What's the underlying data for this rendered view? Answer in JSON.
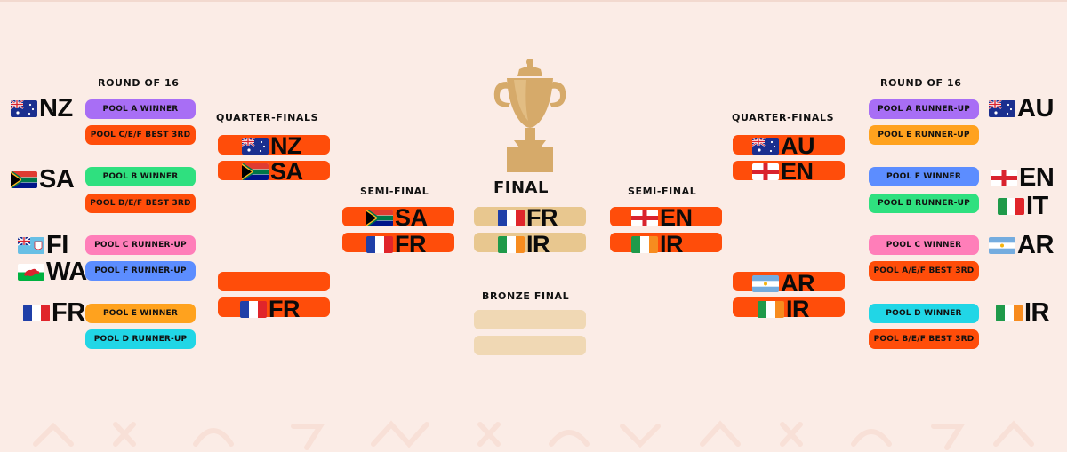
{
  "headings": {
    "r16_left": "ROUND OF 16",
    "r16_right": "ROUND OF 16",
    "qf_left": "QUARTER-FINALS",
    "qf_right": "QUARTER-FINALS",
    "sf_left": "SEMI-FINAL",
    "sf_right": "SEMI-FINAL",
    "final": "FINAL",
    "bronze": "BRONZE FINAL"
  },
  "colors": {
    "background": "#fbece6",
    "orange": "#ff4d0a",
    "gold": "#e8c78f",
    "bronze_slot": "#f0d8b4",
    "purple": "#a86ef5",
    "green": "#2fe07f",
    "pink": "#ff7eb9",
    "blue": "#5c8dff",
    "amber": "#ffa21e",
    "cyan": "#21d6e6"
  },
  "round_of_16": {
    "left": [
      {
        "label": "POOL A WINNER",
        "color": "#a86ef5"
      },
      {
        "label": "POOL C/E/F BEST 3RD",
        "color": "#ff4d0a"
      },
      {
        "label": "POOL B WINNER",
        "color": "#2fe07f"
      },
      {
        "label": "POOL D/E/F BEST 3RD",
        "color": "#ff4d0a"
      },
      {
        "label": "POOL C RUNNER-UP",
        "color": "#ff7eb9"
      },
      {
        "label": "POOL F RUNNER-UP",
        "color": "#5c8dff"
      },
      {
        "label": "POOL E WINNER",
        "color": "#ffa21e"
      },
      {
        "label": "POOL D RUNNER-UP",
        "color": "#21d6e6"
      }
    ],
    "right": [
      {
        "label": "POOL A RUNNER-UP",
        "color": "#a86ef5"
      },
      {
        "label": "POOL E RUNNER-UP",
        "color": "#ffa21e"
      },
      {
        "label": "POOL F WINNER",
        "color": "#5c8dff"
      },
      {
        "label": "POOL B RUNNER-UP",
        "color": "#2fe07f"
      },
      {
        "label": "POOL C WINNER",
        "color": "#ff7eb9"
      },
      {
        "label": "POOL A/E/F BEST 3RD",
        "color": "#ff4d0a"
      },
      {
        "label": "POOL D WINNER",
        "color": "#21d6e6"
      },
      {
        "label": "POOL B/E/F BEST 3RD",
        "color": "#ff4d0a"
      }
    ]
  },
  "r16_picks": {
    "left": [
      {
        "code": "NZ",
        "flag": "au-nz"
      },
      {
        "code": "SA",
        "flag": "za"
      },
      {
        "code": "FI",
        "flag": "fj"
      },
      {
        "code": "WA",
        "flag": "wales"
      },
      {
        "code": "FR",
        "flag": "fr"
      }
    ],
    "right": [
      {
        "code": "AU",
        "flag": "au-nz"
      },
      {
        "code": "EN",
        "flag": "en"
      },
      {
        "code": "IT",
        "flag": "it"
      },
      {
        "code": "AR",
        "flag": "ar"
      },
      {
        "code": "IR",
        "flag": "ie"
      }
    ]
  },
  "quarter_finals": {
    "left": [
      {
        "code": "NZ",
        "flag": "au-nz"
      },
      {
        "code": "SA",
        "flag": "za"
      },
      {
        "code": "",
        "flag": ""
      },
      {
        "code": "FR",
        "flag": "fr"
      }
    ],
    "right": [
      {
        "code": "AU",
        "flag": "au-nz"
      },
      {
        "code": "EN",
        "flag": "en"
      },
      {
        "code": "AR",
        "flag": "ar"
      },
      {
        "code": "IR",
        "flag": "ie"
      }
    ]
  },
  "semi_finals": {
    "left": [
      {
        "code": "SA",
        "flag": "za"
      },
      {
        "code": "FR",
        "flag": "fr"
      }
    ],
    "right": [
      {
        "code": "EN",
        "flag": "en"
      },
      {
        "code": "IR",
        "flag": "ie"
      }
    ]
  },
  "final": [
    {
      "code": "FR",
      "flag": "fr"
    },
    {
      "code": "IR",
      "flag": "ie"
    }
  ],
  "bronze_final": [
    {
      "code": "",
      "flag": ""
    },
    {
      "code": "",
      "flag": ""
    }
  ],
  "icons": {
    "trophy": "webb-ellis-cup-icon"
  }
}
